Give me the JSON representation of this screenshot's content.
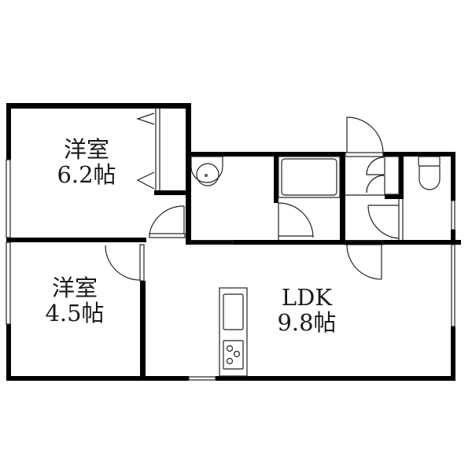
{
  "floor_plan": {
    "rooms": [
      {
        "id": "bedroom-1",
        "type": "洋室",
        "size": "6.2帖"
      },
      {
        "id": "bedroom-2",
        "type": "洋室",
        "size": "4.5帖"
      },
      {
        "id": "ldk",
        "type": "LDK",
        "size": "9.8帖"
      }
    ],
    "fixtures": [
      "washbasin",
      "bathtub",
      "toilet",
      "kitchen-sink",
      "stove-3-burner",
      "closet",
      "shoe-cabinet"
    ],
    "colors": {
      "wall": "#000000",
      "line": "#222222",
      "background": "#ffffff"
    }
  }
}
